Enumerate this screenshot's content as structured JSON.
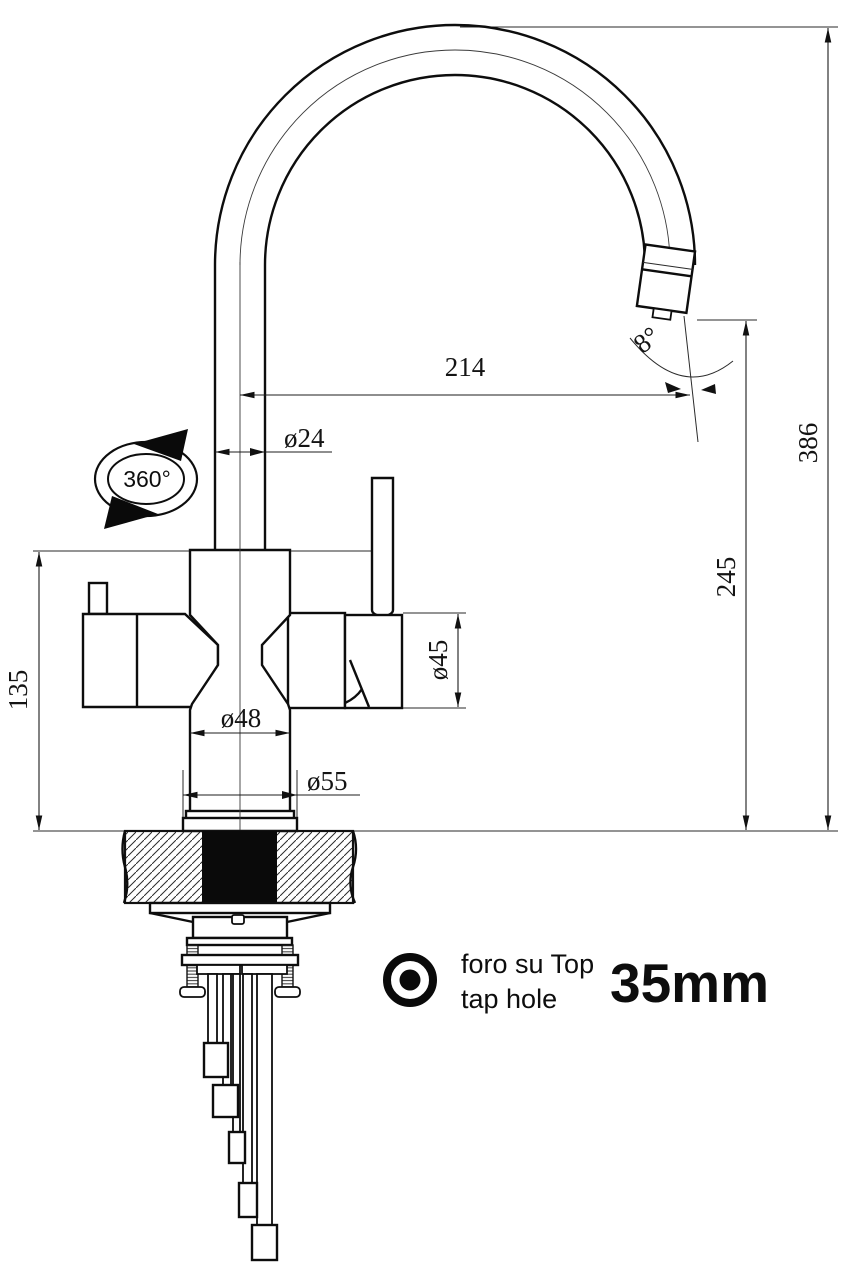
{
  "drawing": {
    "title": "kitchen-tap-technical-drawing",
    "colors": {
      "line": "#0d0d0d",
      "background": "#ffffff"
    },
    "dimensions": {
      "spout_reach": "214",
      "total_height": "386",
      "outlet_height": "245",
      "body_height": "135",
      "spout_tube_diameter": "ø24",
      "handle_diameter": "ø45",
      "body_diameter": "ø48",
      "base_diameter": "ø55",
      "outlet_angle": "8°",
      "swivel_rotation": "360°"
    },
    "legend": {
      "icon_name": "tap-hole-bullseye-icon",
      "label_line1": "foro su Top",
      "label_line2": "tap hole",
      "hole_size": "35mm"
    }
  }
}
